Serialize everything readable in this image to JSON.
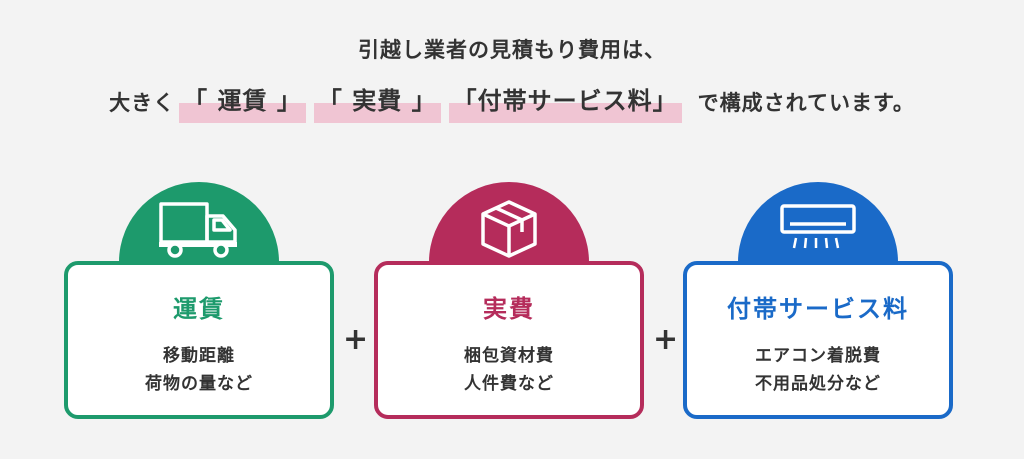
{
  "headline": {
    "line1": "引越し業者の見積もり費用は、",
    "prefix": "大きく",
    "term1": "「 運賃 」",
    "term2": "「 実費 」",
    "term3": "「付帯サービス料」",
    "suffix": "で構成されています。"
  },
  "cards": [
    {
      "title": "運賃",
      "line1": "移動距離",
      "line2": "荷物の量など",
      "color": "#1d9a6c",
      "icon": "truck-icon"
    },
    {
      "title": "実費",
      "line1": "梱包資材費",
      "line2": "人件費など",
      "color": "#b52c5b",
      "icon": "box-icon"
    },
    {
      "title": "付帯サービス料",
      "line1": "エアコン着脱費",
      "line2": "不用品処分など",
      "color": "#1a6ac8",
      "icon": "air-conditioner-icon"
    }
  ],
  "operators": [
    "+",
    "+"
  ]
}
